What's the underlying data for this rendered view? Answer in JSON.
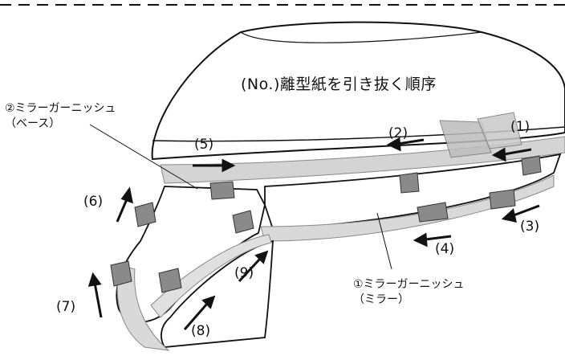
{
  "title": "(No.)離型紙を引き抜く順序",
  "parts": {
    "base": {
      "name": "②ミラーガーニッシュ",
      "sub": "（ベース）"
    },
    "mirror": {
      "name": "①ミラーガーニッシュ",
      "sub": "（ミラー）"
    }
  },
  "steps": [
    "(1)",
    "(2)",
    "(3)",
    "(4)",
    "(5)",
    "(6)",
    "(7)",
    "(8)",
    "(9)"
  ],
  "colors": {
    "line": "#111111",
    "tape": "#cfcfcf",
    "tape_dark": "#a9a9a9",
    "tab": "#8a8a8a"
  }
}
